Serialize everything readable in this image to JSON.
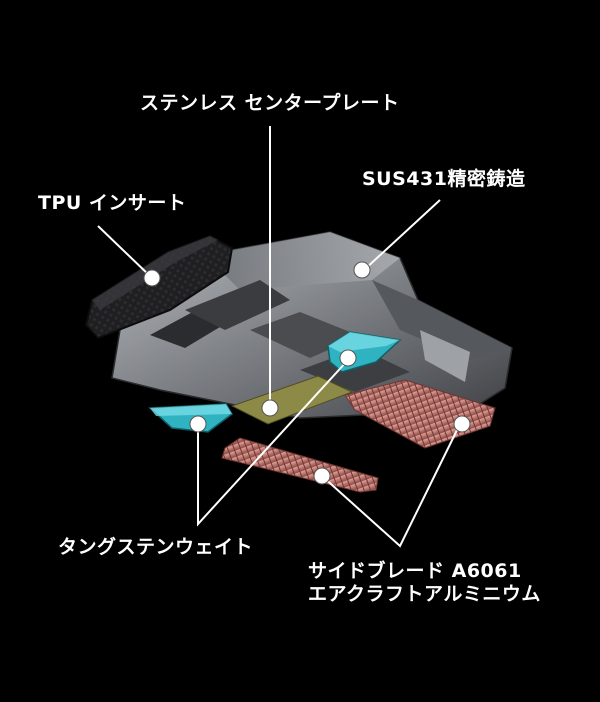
{
  "labels": {
    "center_plate": "ステンレス センタープレート",
    "sus": "SUS431精密鋳造",
    "tpu": "TPU インサート",
    "tungsten": "タングステンウェイト",
    "side_blade_line1": "サイドブレード A6061",
    "side_blade_line2": "エアクラフトアルミニウム"
  },
  "colors": {
    "background": "#000000",
    "text": "#ffffff",
    "leader_line": "#ffffff",
    "marker_dot": "#ffffff",
    "body_metal": "#8a8c90",
    "tpu_insert": "#1c1c1e",
    "tungsten_weight": "#2fb3c0",
    "center_plate": "#8d8a47",
    "side_blade": "#c77c74"
  }
}
